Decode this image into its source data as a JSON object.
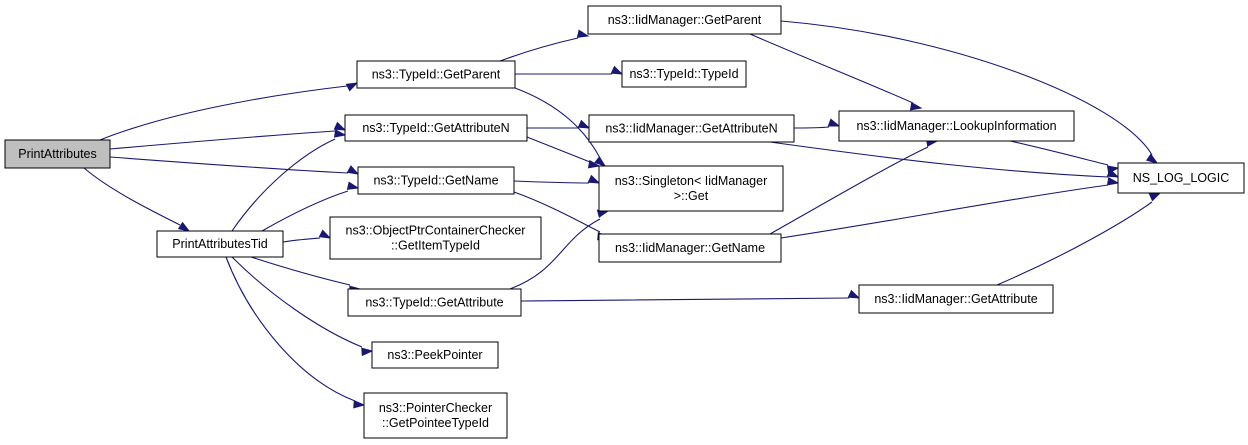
{
  "graph": {
    "edge_color": "#191970",
    "root_fill": "#bfbfbf",
    "nodes": [
      {
        "id": "PrintAttributes",
        "lines": [
          "PrintAttributes"
        ],
        "root": true
      },
      {
        "id": "PrintAttributesTid",
        "lines": [
          "PrintAttributesTid"
        ]
      },
      {
        "id": "TypeId_GetParent",
        "lines": [
          "ns3::TypeId::GetParent"
        ]
      },
      {
        "id": "TypeId_GetAttributeN",
        "lines": [
          "ns3::TypeId::GetAttributeN"
        ]
      },
      {
        "id": "TypeId_GetName",
        "lines": [
          "ns3::TypeId::GetName"
        ]
      },
      {
        "id": "ObjectPtrContainerChecker_GetItemTypeId",
        "lines": [
          "ns3::ObjectPtrContainerChecker",
          "::GetItemTypeId"
        ]
      },
      {
        "id": "TypeId_GetAttribute",
        "lines": [
          "ns3::TypeId::GetAttribute"
        ]
      },
      {
        "id": "PeekPointer",
        "lines": [
          "ns3::PeekPointer"
        ]
      },
      {
        "id": "PointerChecker_GetPointeeTypeId",
        "lines": [
          "ns3::PointerChecker",
          "::GetPointeeTypeId"
        ]
      },
      {
        "id": "IidManager_GetParent",
        "lines": [
          "ns3::IidManager::GetParent"
        ]
      },
      {
        "id": "TypeId_TypeId",
        "lines": [
          "ns3::TypeId::TypeId"
        ]
      },
      {
        "id": "IidManager_GetAttributeN",
        "lines": [
          "ns3::IidManager::GetAttributeN"
        ]
      },
      {
        "id": "Singleton_Get",
        "lines": [
          "ns3::Singleton< IidManager",
          ">::Get"
        ]
      },
      {
        "id": "IidManager_GetName",
        "lines": [
          "ns3::IidManager::GetName"
        ]
      },
      {
        "id": "IidManager_LookupInformation",
        "lines": [
          "ns3::IidManager::LookupInformation"
        ]
      },
      {
        "id": "IidManager_GetAttribute",
        "lines": [
          "ns3::IidManager::GetAttribute"
        ]
      },
      {
        "id": "NS_LOG_LOGIC",
        "lines": [
          "NS_LOG_LOGIC"
        ]
      }
    ],
    "edges": [
      {
        "from": "PrintAttributes",
        "to": "TypeId_GetParent"
      },
      {
        "from": "PrintAttributes",
        "to": "TypeId_GetAttributeN"
      },
      {
        "from": "PrintAttributes",
        "to": "TypeId_GetName"
      },
      {
        "from": "PrintAttributes",
        "to": "PrintAttributesTid"
      },
      {
        "from": "PrintAttributesTid",
        "to": "TypeId_GetAttributeN"
      },
      {
        "from": "PrintAttributesTid",
        "to": "TypeId_GetName"
      },
      {
        "from": "PrintAttributesTid",
        "to": "ObjectPtrContainerChecker_GetItemTypeId"
      },
      {
        "from": "PrintAttributesTid",
        "to": "TypeId_GetAttribute"
      },
      {
        "from": "PrintAttributesTid",
        "to": "PeekPointer"
      },
      {
        "from": "PrintAttributesTid",
        "to": "PointerChecker_GetPointeeTypeId"
      },
      {
        "from": "TypeId_GetParent",
        "to": "IidManager_GetParent"
      },
      {
        "from": "TypeId_GetParent",
        "to": "TypeId_TypeId"
      },
      {
        "from": "TypeId_GetParent",
        "to": "Singleton_Get"
      },
      {
        "from": "TypeId_GetAttributeN",
        "to": "IidManager_GetAttributeN"
      },
      {
        "from": "TypeId_GetAttributeN",
        "to": "Singleton_Get"
      },
      {
        "from": "TypeId_GetName",
        "to": "Singleton_Get"
      },
      {
        "from": "TypeId_GetName",
        "to": "IidManager_GetName"
      },
      {
        "from": "TypeId_GetAttribute",
        "to": "Singleton_Get"
      },
      {
        "from": "TypeId_GetAttribute",
        "to": "IidManager_GetAttribute"
      },
      {
        "from": "IidManager_GetParent",
        "to": "IidManager_LookupInformation"
      },
      {
        "from": "IidManager_GetParent",
        "to": "NS_LOG_LOGIC"
      },
      {
        "from": "IidManager_GetAttributeN",
        "to": "IidManager_LookupInformation"
      },
      {
        "from": "IidManager_GetAttributeN",
        "to": "NS_LOG_LOGIC"
      },
      {
        "from": "IidManager_GetName",
        "to": "IidManager_LookupInformation"
      },
      {
        "from": "IidManager_GetName",
        "to": "NS_LOG_LOGIC"
      },
      {
        "from": "IidManager_LookupInformation",
        "to": "NS_LOG_LOGIC"
      },
      {
        "from": "IidManager_GetAttribute",
        "to": "NS_LOG_LOGIC"
      }
    ]
  }
}
